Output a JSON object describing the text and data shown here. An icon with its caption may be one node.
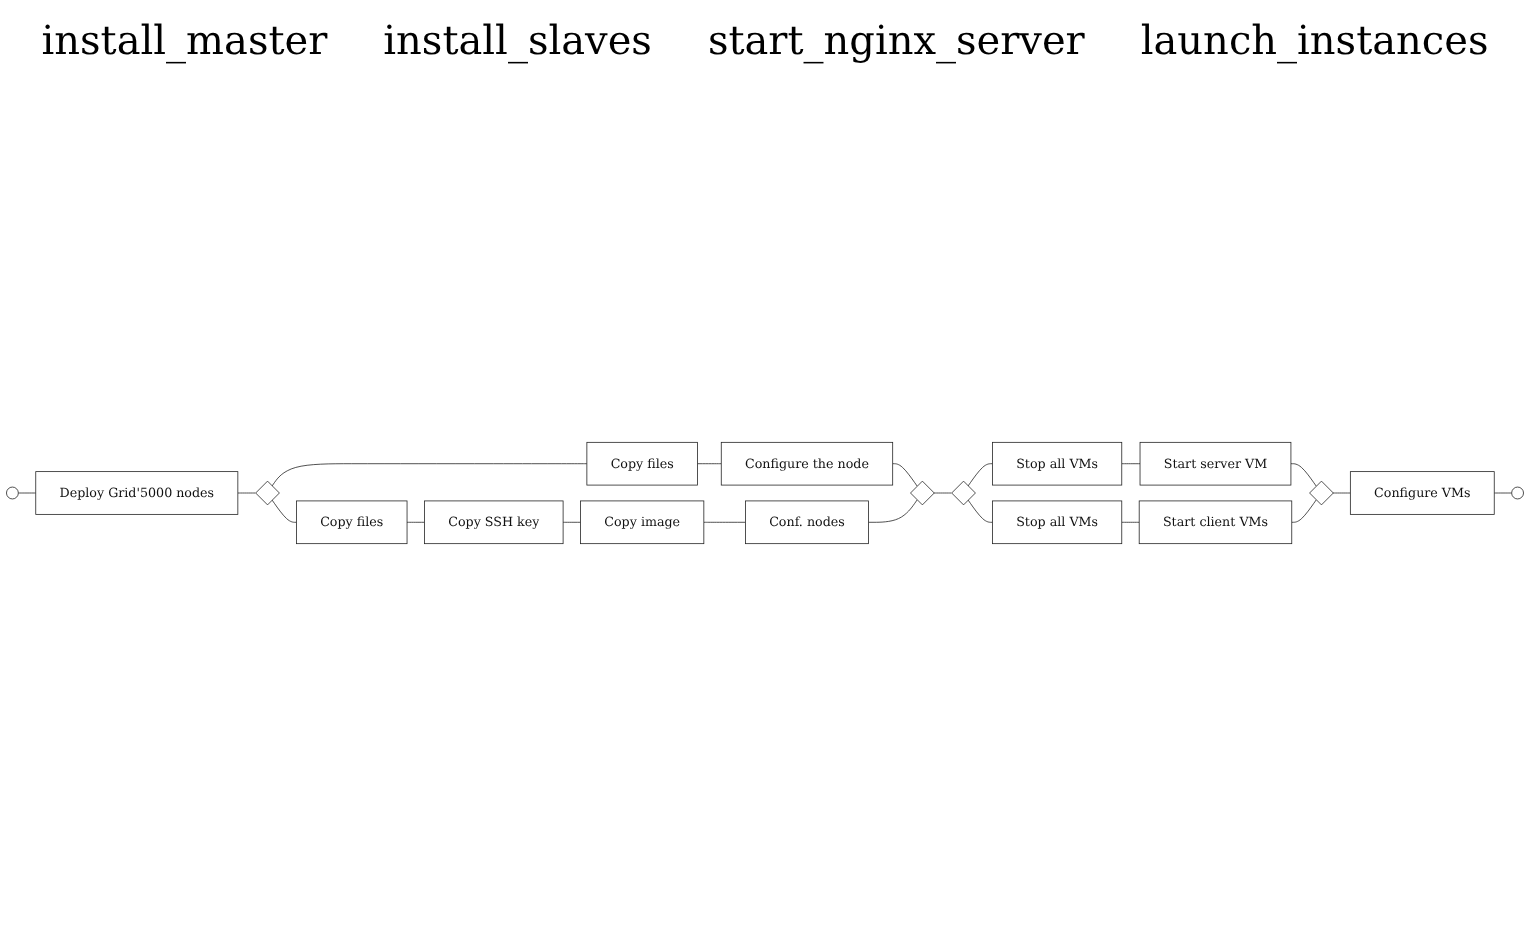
{
  "diagram": {
    "nodes": [
      {
        "text": [],
        "shape": "circle"
      },
      {
        "text": [
          "Deploy Grid'5000 nodes"
        ]
      },
      {
        "text": [],
        "shape": "diamond"
      },
      {
        "text": [
          "Copy files"
        ]
      },
      {
        "text": [
          "Configure the node"
        ]
      },
      {
        "text": [
          "Copy files"
        ]
      },
      {
        "text": [
          "Copy SSH key"
        ]
      },
      {
        "text": [
          "Copy image"
        ]
      },
      {
        "text": [
          "Conf. nodes"
        ]
      },
      {
        "text": [],
        "shape": "diamond"
      },
      {
        "text": [],
        "shape": "diamond"
      },
      {
        "text": [
          "Stop all VMs"
        ]
      },
      {
        "text": [
          "Start server VM"
        ]
      },
      {
        "text": [
          "Stop all VMs"
        ]
      },
      {
        "text": [
          "Start client VMs"
        ]
      },
      {
        "text": [],
        "shape": "diamond"
      },
      {
        "text": [
          "Configure VMs"
        ]
      },
      {
        "text": [],
        "shape": "circle"
      }
    ],
    "edges": [
      {
        "from": 0,
        "to": 1,
        "arrow": "none"
      },
      {
        "from": 1,
        "to": 2,
        "arrow": "none"
      },
      {
        "from": 2,
        "to": 3,
        "arrow": "none"
      },
      {
        "from": 3,
        "to": 4,
        "arrow": "none"
      },
      {
        "from": 4,
        "to": 9,
        "arrow": "none"
      },
      {
        "from": 2,
        "to": 5,
        "arrow": "none"
      },
      {
        "from": 5,
        "to": 6,
        "arrow": "none"
      },
      {
        "from": 6,
        "to": 7,
        "arrow": "none"
      },
      {
        "from": 7,
        "to": 8,
        "arrow": "none"
      },
      {
        "from": 8,
        "to": 9,
        "arrow": "none"
      },
      {
        "from": 9,
        "to": 10,
        "arrow": "none"
      },
      {
        "from": 10,
        "to": 11,
        "arrow": "none"
      },
      {
        "from": 11,
        "to": 12,
        "arrow": "none"
      },
      {
        "from": 12,
        "to": 15,
        "arrow": "none"
      },
      {
        "from": 10,
        "to": 13,
        "arrow": "none"
      },
      {
        "from": 13,
        "to": 14,
        "arrow": "none"
      },
      {
        "from": 14,
        "to": 15,
        "arrow": "none"
      },
      {
        "from": 15,
        "to": 16,
        "arrow": "none"
      },
      {
        "from": 16,
        "to": 17,
        "arrow": "none"
      }
    ],
    "labels": [
      "install_master",
      "install_slaves",
      "start_nginx_server",
      "launch_instances"
    ]
  }
}
